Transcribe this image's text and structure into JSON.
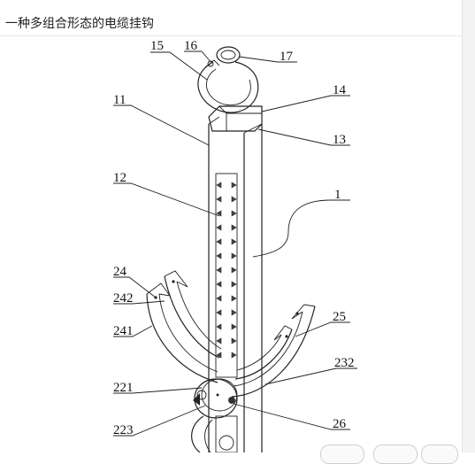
{
  "header": {
    "title": "一种多组合形态的电缆挂钩"
  },
  "diagram": {
    "labels": [
      "15",
      "16",
      "17",
      "14",
      "11",
      "13",
      "12",
      "1",
      "24",
      "242",
      "241",
      "25",
      "232",
      "221",
      "26",
      "223"
    ]
  },
  "colors": {
    "line": "#222222",
    "text": "#111111",
    "background": "#ffffff"
  }
}
